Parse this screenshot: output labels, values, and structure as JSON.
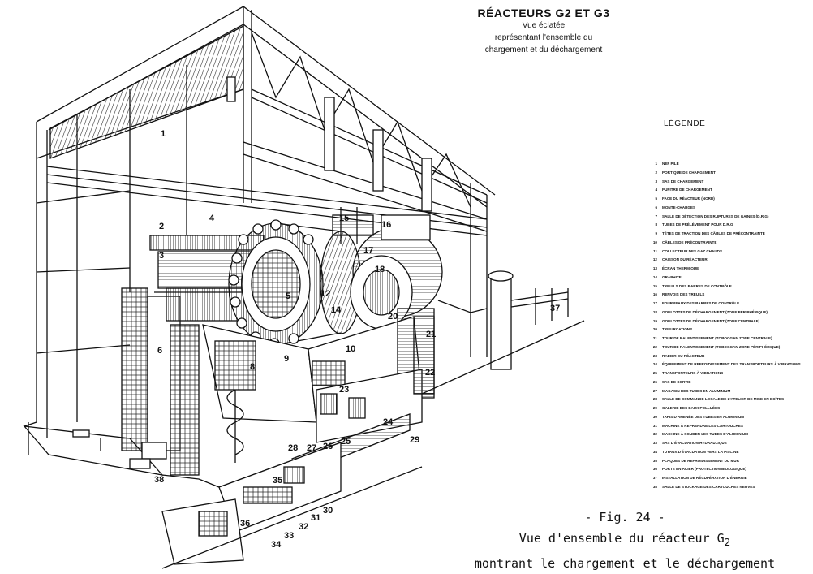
{
  "header": {
    "title": "RÉACTEURS G2 ET G3",
    "subtitle_lines": [
      "Vue éclatée",
      "représentant l'ensemble du",
      "chargement et du déchargement"
    ]
  },
  "legend": {
    "title": "LÉGENDE",
    "items": [
      {
        "num": "1",
        "label": "NEF PILE"
      },
      {
        "num": "2",
        "label": "PORTIQUE DE CHARGEMENT"
      },
      {
        "num": "3",
        "label": "SAS DE CHARGEMENT"
      },
      {
        "num": "4",
        "label": "PUPITRE DE CHARGEMENT"
      },
      {
        "num": "5",
        "label": "FACE DU RÉACTEUR (NORD)"
      },
      {
        "num": "6",
        "label": "MONTE-CHARGES"
      },
      {
        "num": "7",
        "label": "SALLE DE DÉTECTION DES RUPTURES DE GAINES (D.R.G)"
      },
      {
        "num": "8",
        "label": "TUBES DE PRÉLÈVEMENT POUR D.R.G"
      },
      {
        "num": "9",
        "label": "TÊTES DE TRACTION DES CÂBLES DE PRÉCONTRAINTE"
      },
      {
        "num": "10",
        "label": "CÂBLES DE PRÉCONTRAINTE"
      },
      {
        "num": "11",
        "label": "COLLECTEUR DES GAZ CHAUDS"
      },
      {
        "num": "12",
        "label": "CAISSON DU RÉACTEUR"
      },
      {
        "num": "13",
        "label": "ÉCRAN THERMIQUE"
      },
      {
        "num": "14",
        "label": "GRAPHITE"
      },
      {
        "num": "15",
        "label": "TREUILS DES BARRES DE CONTRÔLE"
      },
      {
        "num": "16",
        "label": "RENVOIS DES TREUILS"
      },
      {
        "num": "17",
        "label": "FOURREAUX DES BARRES DE CONTRÔLE"
      },
      {
        "num": "18",
        "label": "GOULOTTES DE DÉCHARGEMENT (ZONE PÉRIPHÉRIQUE)"
      },
      {
        "num": "19",
        "label": "GOULOTTES DE DÉCHARGEMENT (ZONE CENTRALE)"
      },
      {
        "num": "20",
        "label": "TRIFURCATIONS"
      },
      {
        "num": "21",
        "label": "TOUR DE RALENTISSEMENT (TOBOGGAN ZONE CENTRALE)"
      },
      {
        "num": "22",
        "label": "TOUR DE RALENTISSEMENT (TOBOGGAN ZONE PÉRIPHÉRIQUE)"
      },
      {
        "num": "23",
        "label": "RADIER DU RÉACTEUR"
      },
      {
        "num": "24",
        "label": "ÉQUIPEMENT DE REFROIDISSEMENT DES TRANSPORTEURS À VIBRATIONS"
      },
      {
        "num": "25",
        "label": "TRANSPORTEURS À VIBRATIONS"
      },
      {
        "num": "26",
        "label": "SAS DE SORTIE"
      },
      {
        "num": "27",
        "label": "MAGASIN DES TUBES EN ALUMINIUM"
      },
      {
        "num": "28",
        "label": "SALLE DE COMMANDE LOCALE DE L'ATELIER DE MISE EN BOÎTES"
      },
      {
        "num": "29",
        "label": "GALERIE DES EAUX POLLUÉES"
      },
      {
        "num": "30",
        "label": "TAPIS D'AMENÉE DES TUBES EN ALUMINIUM"
      },
      {
        "num": "31",
        "label": "MACHINE À REPRENDRE LES CARTOUCHES"
      },
      {
        "num": "32",
        "label": "MACHINE À SOUDER LES TUBES D'ALUMINIUM"
      },
      {
        "num": "33",
        "label": "SAS D'ÉVACUATION HYDRAULIQUE"
      },
      {
        "num": "34",
        "label": "TUYAUX D'ÉVACUATION VERS LA PISCINE"
      },
      {
        "num": "35",
        "label": "PLAQUES DE REFROIDISSEMENT DU MUR"
      },
      {
        "num": "36",
        "label": "PORTE EN ACIER (PROTECTION BIOLOGIQUE)"
      },
      {
        "num": "37",
        "label": "INSTALLATION DE RÉCUPÉRATION D'ÉNERGIE"
      },
      {
        "num": "38",
        "label": "SALLE DE STOCKAGE DES CARTOUCHES NEUVES"
      }
    ]
  },
  "diagram_labels": [
    {
      "id": "n1",
      "text": "1"
    },
    {
      "id": "n2",
      "text": "2"
    },
    {
      "id": "n3",
      "text": "3"
    },
    {
      "id": "n4",
      "text": "4"
    },
    {
      "id": "n5",
      "text": "5"
    },
    {
      "id": "n6",
      "text": "6"
    },
    {
      "id": "n8",
      "text": "8"
    },
    {
      "id": "n9",
      "text": "9"
    },
    {
      "id": "n10",
      "text": "10"
    },
    {
      "id": "n12",
      "text": "12"
    },
    {
      "id": "n14",
      "text": "14"
    },
    {
      "id": "n15",
      "text": "15"
    },
    {
      "id": "n16",
      "text": "16"
    },
    {
      "id": "n17",
      "text": "17"
    },
    {
      "id": "n18",
      "text": "18"
    },
    {
      "id": "n20",
      "text": "20"
    },
    {
      "id": "n21",
      "text": "21"
    },
    {
      "id": "n22",
      "text": "22"
    },
    {
      "id": "n23",
      "text": "23"
    },
    {
      "id": "n24",
      "text": "24"
    },
    {
      "id": "n25",
      "text": "25"
    },
    {
      "id": "n26",
      "text": "26"
    },
    {
      "id": "n27",
      "text": "27"
    },
    {
      "id": "n28",
      "text": "28"
    },
    {
      "id": "n29",
      "text": "29"
    },
    {
      "id": "n30",
      "text": "30"
    },
    {
      "id": "n31",
      "text": "31"
    },
    {
      "id": "n32",
      "text": "32"
    },
    {
      "id": "n33",
      "text": "33"
    },
    {
      "id": "n34",
      "text": "34"
    },
    {
      "id": "n35",
      "text": "35"
    },
    {
      "id": "n36",
      "text": "36"
    },
    {
      "id": "n37",
      "text": "37"
    },
    {
      "id": "n38",
      "text": "38"
    }
  ],
  "caption": {
    "fig": "- Fig. 24 -",
    "line1": "Vue d'ensemble du réacteur G",
    "line1_sub": "2",
    "line2": "montrant le chargement et le déchargement"
  }
}
